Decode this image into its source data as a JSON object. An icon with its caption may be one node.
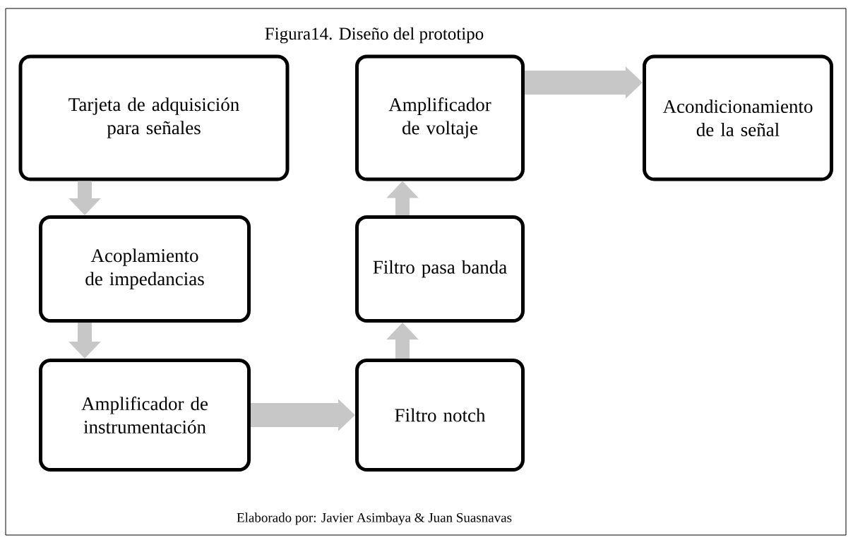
{
  "diagram": {
    "title": "Figura14. Diseño del prototipo",
    "caption": "Elaborado por: Javier Asimbaya & Juan Suasnavas",
    "nodes": [
      {
        "text": [
          "Tarjeta de adquisición para señales"
        ]
      },
      {
        "text": [
          "Acoplamiento de impedancias"
        ]
      },
      {
        "text": [
          "Amplificador de instrumentación"
        ]
      },
      {
        "text": [
          "Filtro notch"
        ]
      },
      {
        "text": [
          "Filtro pasa banda"
        ]
      },
      {
        "text": [
          "Amplificador de voltaje"
        ]
      },
      {
        "text": [
          "Acondicionamiento de la señal"
        ]
      }
    ],
    "edges": [
      {
        "from": 0,
        "to": 1,
        "arrow": "to"
      },
      {
        "from": 1,
        "to": 2,
        "arrow": "to"
      },
      {
        "from": 2,
        "to": 3,
        "arrow": "to"
      },
      {
        "from": 3,
        "to": 4,
        "arrow": "to"
      },
      {
        "from": 4,
        "to": 5,
        "arrow": "to"
      },
      {
        "from": 5,
        "to": 6,
        "arrow": "to"
      }
    ]
  }
}
